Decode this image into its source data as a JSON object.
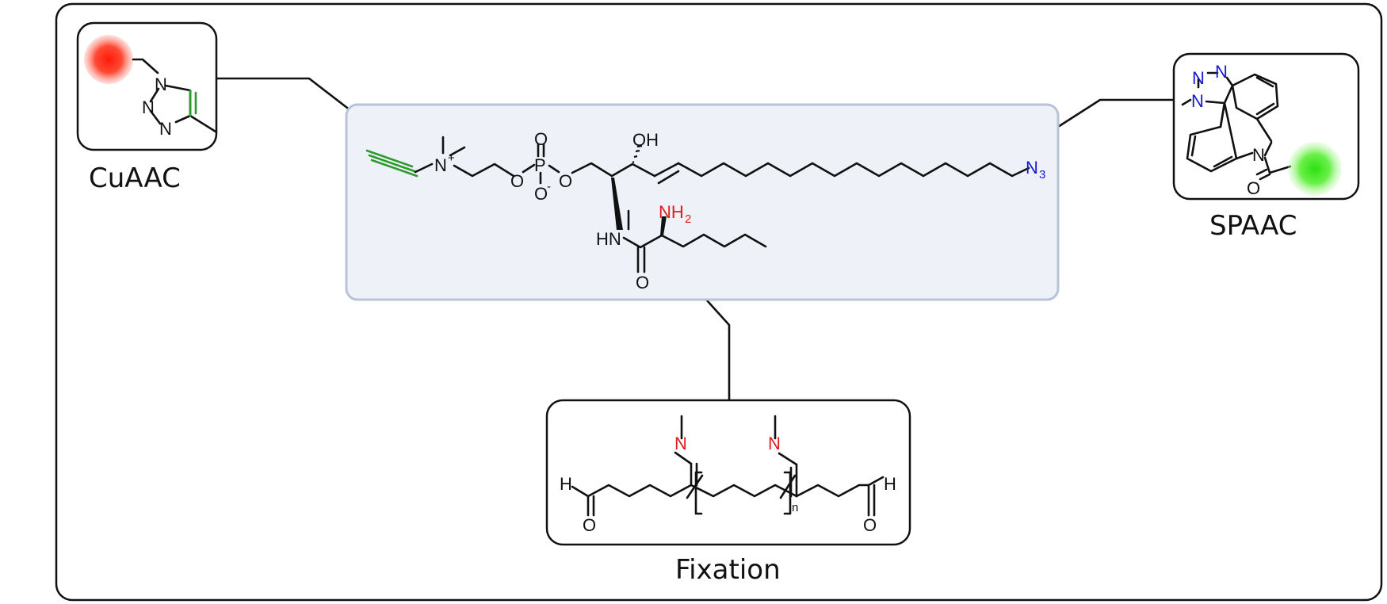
{
  "captions": {
    "cuaac": "CuAAC",
    "spaac": "SPAAC",
    "fixation": "Fixation"
  },
  "atoms": {
    "n_plus": "N",
    "plus_charge": "+",
    "o_ester1": "O",
    "phosphorus": "P",
    "o_double": "O",
    "o_minus": "O",
    "minus_charge": "-",
    "o_ester2": "O",
    "oh": "OH",
    "azide_n": "N",
    "azide_sub": "3",
    "hn": "HN",
    "carbonyl_o": "O",
    "nh2_n": "NH",
    "nh2_sub": "2",
    "cuaac_n1": "N",
    "cuaac_n2": "N",
    "cuaac_n3": "N",
    "spaac_n1": "N",
    "spaac_n2": "N",
    "spaac_n3": "N",
    "spaac_amide_n": "N",
    "spaac_o": "O",
    "fix_h_left": "H",
    "fix_o_left": "O",
    "fix_n1": "N",
    "fix_n2": "N",
    "fix_subscript_n": "n",
    "fix_h_right": "H",
    "fix_o_right": "O"
  },
  "colors": {
    "alkyne": "#2e9a2e",
    "azide": "#1a1acc",
    "amine": "#e01b1b",
    "molecule_box": "#eef2f8",
    "molecule_box_border": "#b9c3d8",
    "red_dye": "#ff2a1a",
    "green_dye": "#3ee61a"
  }
}
